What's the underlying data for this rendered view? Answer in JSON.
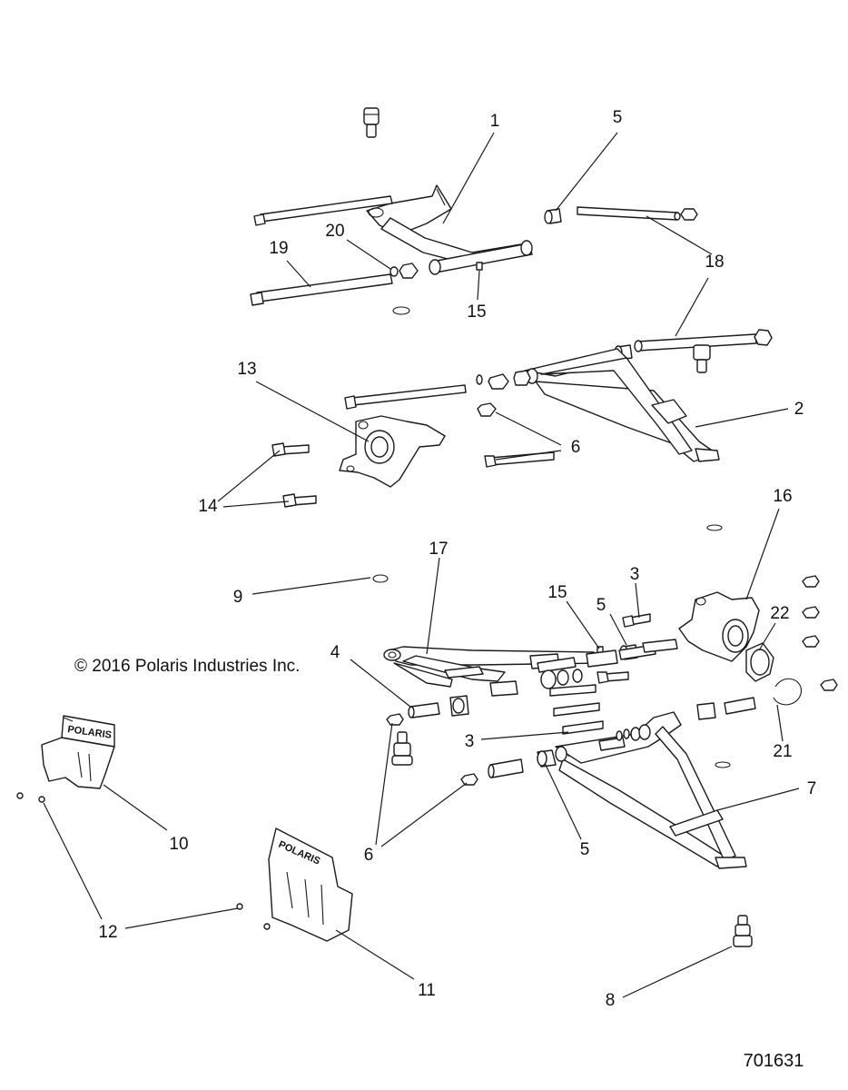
{
  "diagram": {
    "copyright": "© 2016 Polaris Industries Inc.",
    "document_number": "701631",
    "brand_logo": "POLARIS",
    "callouts": [
      "1",
      "5",
      "20",
      "19",
      "15",
      "18",
      "13",
      "2",
      "6",
      "14",
      "16",
      "17",
      "3",
      "9",
      "15",
      "5",
      "22",
      "4",
      "3",
      "21",
      "6",
      "7",
      "5",
      "10",
      "12",
      "11",
      "8"
    ]
  }
}
